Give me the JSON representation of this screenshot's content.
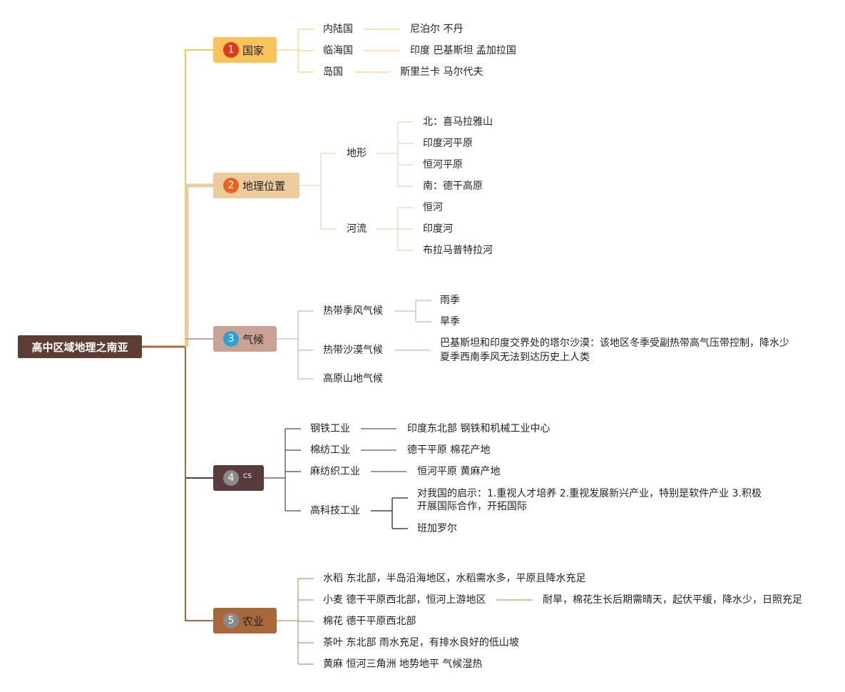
{
  "root": "高中区域地理之南亚",
  "colors": {
    "root_bg": "#5d3d34",
    "branch1": "#f7c35a",
    "branch2": "#eccb9d",
    "branch3": "#c9a293",
    "branch4": "#5a3b3d",
    "branch5": "#a9683a"
  },
  "branches": {
    "b1": {
      "num": "1",
      "label": "国家",
      "c1": "内陆国",
      "c1v": "尼泊尔 不丹",
      "c2": "临海国",
      "c2v": "印度 巴基斯坦 孟加拉国",
      "c3": "岛国",
      "c3v": "斯里兰卡 马尔代夫"
    },
    "b2": {
      "num": "2",
      "label": "地理位置",
      "terrain": "地形",
      "t1": "北：喜马拉雅山",
      "t2": "印度河平原",
      "t3": "恒河平原",
      "t4": "南：德干高原",
      "river": "河流",
      "r1": "恒河",
      "r2": "印度河",
      "r3": "布拉马普特拉河"
    },
    "b3": {
      "num": "3",
      "label": "气候",
      "c1": "热带季风气候",
      "c1a": "雨季",
      "c1b": "旱季",
      "c2": "热带沙漠气候",
      "c2v1": "巴基斯坦和印度交界处的塔尔沙漠：该地区冬季受副热带高气压带控制，降水少",
      "c2v2": "夏季西南季风无法到达历史上人类",
      "c3": "高原山地气候"
    },
    "b4": {
      "num": "4",
      "label": "CS",
      "c1": "钢铁工业",
      "c1v": "印度东北部 钢铁和机械工业中心",
      "c2": "棉纺工业",
      "c2v": "德干平原 棉花产地",
      "c3": "麻纺织工业",
      "c3v": "恒河平原 黄麻产地",
      "c4": "高科技工业",
      "c4a": "对我国的启示：1.重视人才培养 2.重视发展新兴产业，特别是软件产业 3.积极开展国际合作，开拓国际",
      "c4b": "班加罗尔"
    },
    "b5": {
      "num": "5",
      "label": "农业",
      "c1": "水稻 东北部，半岛沿海地区，水稻需水多，平原且降水充足",
      "c2": "小麦 德干平原西北部，恒河上游地区",
      "c2v": "耐旱，棉花生长后期需晴天，起伏平缓，降水少，日照充足",
      "c3": "棉花 德干平原西北部",
      "c4": "茶叶 东北部 雨水充足，有排水良好的低山坡",
      "c5": "黄麻 恒河三角洲 地势地平 气候湿热"
    }
  }
}
